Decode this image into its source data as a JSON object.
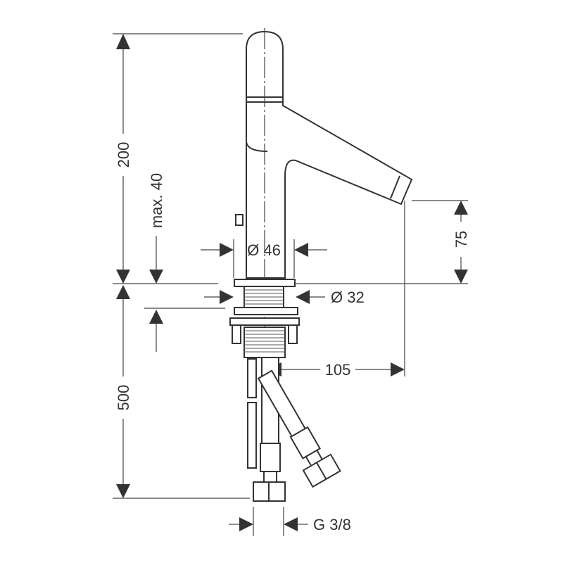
{
  "drawing": {
    "subject": "faucet",
    "dimensions": {
      "total_height": "200",
      "max_thickness": "max. 40",
      "body_diameter": "Ø 46",
      "shank_diameter": "Ø 32",
      "spout_height": "75",
      "spout_reach": "105",
      "hose_length": "500",
      "connection": "G 3/8"
    },
    "line_color": "#333333"
  }
}
